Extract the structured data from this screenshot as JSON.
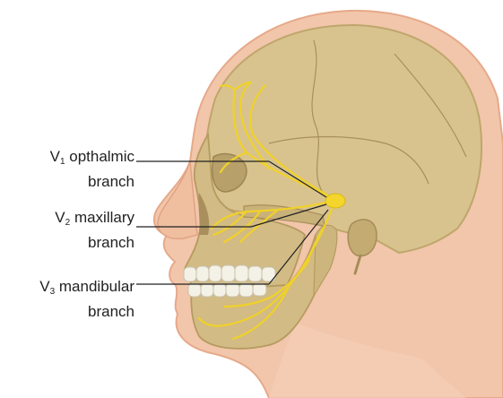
{
  "labels": {
    "v1": {
      "prefix": "V",
      "sub": "1",
      "name": "opthalmic",
      "line2": "branch"
    },
    "v2": {
      "prefix": "V",
      "sub": "2",
      "name": "maxillary",
      "line2": "branch"
    },
    "v3": {
      "prefix": "V",
      "sub": "3",
      "name": "mandibular",
      "line2": "branch"
    }
  },
  "colors": {
    "skin": "#f2c6aa",
    "skin_shadow": "#e6a98a",
    "bone": "#d8c38f",
    "bone_dark": "#bfa66c",
    "nerve": "#f0d12a",
    "teeth": "#f4f1e6"
  }
}
